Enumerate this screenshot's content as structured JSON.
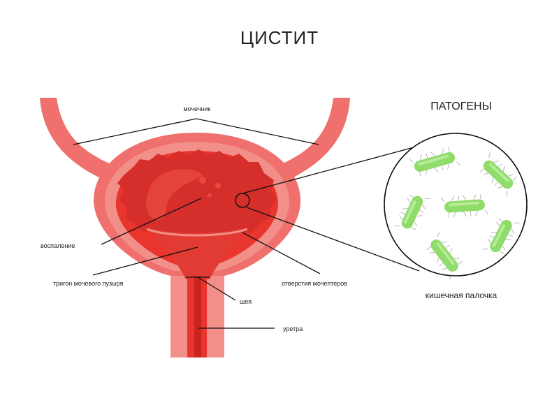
{
  "title": "ЦИСТИТ",
  "pathogens_heading": "ПАТОГЕНЫ",
  "labels": {
    "ureter": "мочечник",
    "inflammation": "воспаление",
    "trigone": "тригон мочевого пузыря",
    "ureteral_openings": "отверстия мочептеров",
    "neck": "шея",
    "urethra": "уретра"
  },
  "bacteria_caption": "кишечная палочка",
  "colors": {
    "outer_wall": "#f0706e",
    "bladder_inner": "#e8352e",
    "bacteria": "#8fdc6a"
  }
}
